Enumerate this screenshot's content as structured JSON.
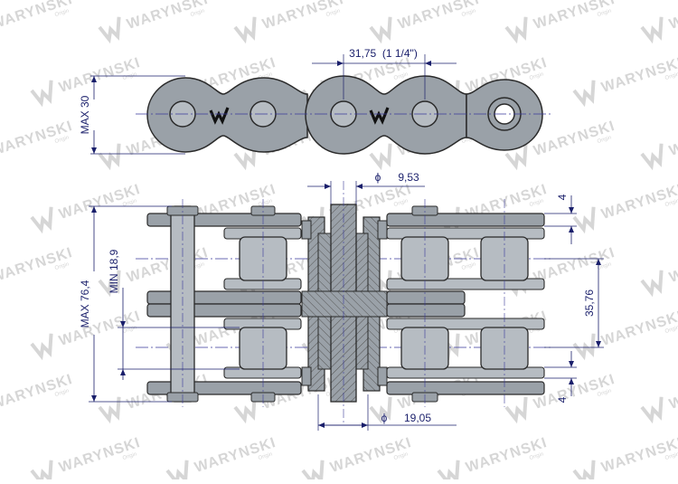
{
  "brand": {
    "watermark_text": "WARYNSKI",
    "watermark_sub": "Origin",
    "watermark_color": "#d6d6d6",
    "logo_mark": "waryński-w-logo"
  },
  "colors": {
    "dimension": "#1a1f6b",
    "part_fill": "#9aa1a8",
    "part_fill_light": "#b6bcc2",
    "outline": "#2a2a2a",
    "centerline": "#3a3a9a"
  },
  "dimensions": {
    "pitch": "31,75  (1 1/4\")",
    "height_max": "MAX 30",
    "pin_diameter": "9,53",
    "roller_diameter": "19,05",
    "overall_width": "MAX 76,4",
    "inner_width": "MIN 18,9",
    "transverse_pitch": "35,76",
    "plate_thickness_top": "4",
    "plate_thickness_bottom": "4",
    "diameter_symbol": "ϕ"
  }
}
